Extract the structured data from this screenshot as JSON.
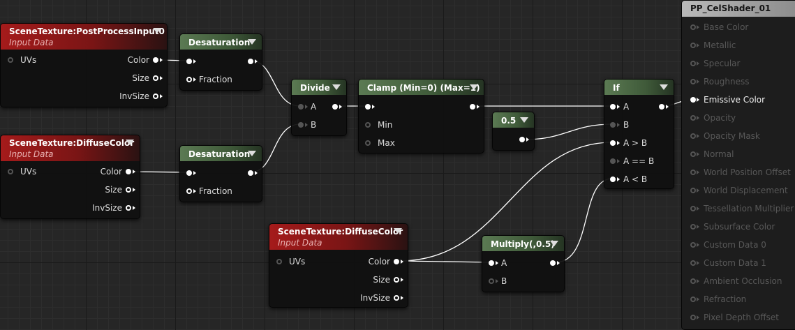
{
  "nodes": {
    "st_postprocess": {
      "title": "SceneTexture:PostProcessInput0",
      "subtitle": "Input Data",
      "inputs": [
        "UVs"
      ],
      "outputs": [
        "Color",
        "Size",
        "InvSize"
      ]
    },
    "st_diffuse_top": {
      "title": "SceneTexture:DiffuseColor",
      "subtitle": "Input Data",
      "inputs": [
        "UVs"
      ],
      "outputs": [
        "Color",
        "Size",
        "InvSize"
      ]
    },
    "desat_1": {
      "title": "Desaturation",
      "inputs": [
        "",
        "Fraction"
      ]
    },
    "desat_2": {
      "title": "Desaturation",
      "inputs": [
        "",
        "Fraction"
      ]
    },
    "divide": {
      "title": "Divide",
      "inputs": [
        "A",
        "B"
      ]
    },
    "clamp": {
      "title": "Clamp (Min=0) (Max=1)",
      "inputs": [
        "",
        "Min",
        "Max"
      ]
    },
    "const": {
      "title": "0.5"
    },
    "if": {
      "title": "If",
      "inputs": [
        "A",
        "B",
        "A > B",
        "A == B",
        "A < B"
      ]
    },
    "st_diffuse_bottom": {
      "title": "SceneTexture:DiffuseColor",
      "subtitle": "Input Data",
      "inputs": [
        "UVs"
      ],
      "outputs": [
        "Color",
        "Size",
        "InvSize"
      ]
    },
    "multiply": {
      "title": "Multiply(,0.5)",
      "inputs": [
        "A",
        "B"
      ]
    }
  },
  "material": {
    "title": "PP_CelShader_01",
    "pins": [
      "Base Color",
      "Metallic",
      "Specular",
      "Roughness",
      "Emissive Color",
      "Opacity",
      "Opacity Mask",
      "Normal",
      "World Position Offset",
      "World Displacement",
      "Tessellation Multiplier",
      "Subsurface Color",
      "Custom Data 0",
      "Custom Data 1",
      "Ambient Occlusion",
      "Refraction",
      "Pixel Depth Offset"
    ],
    "connected_pin": "Emissive Color"
  },
  "colors": {
    "canvas": "#262626",
    "texture_header": "#a51b1b",
    "math_header": "#5b7a53",
    "material_header": "#b9b9b9",
    "wire": "#ffffff"
  }
}
